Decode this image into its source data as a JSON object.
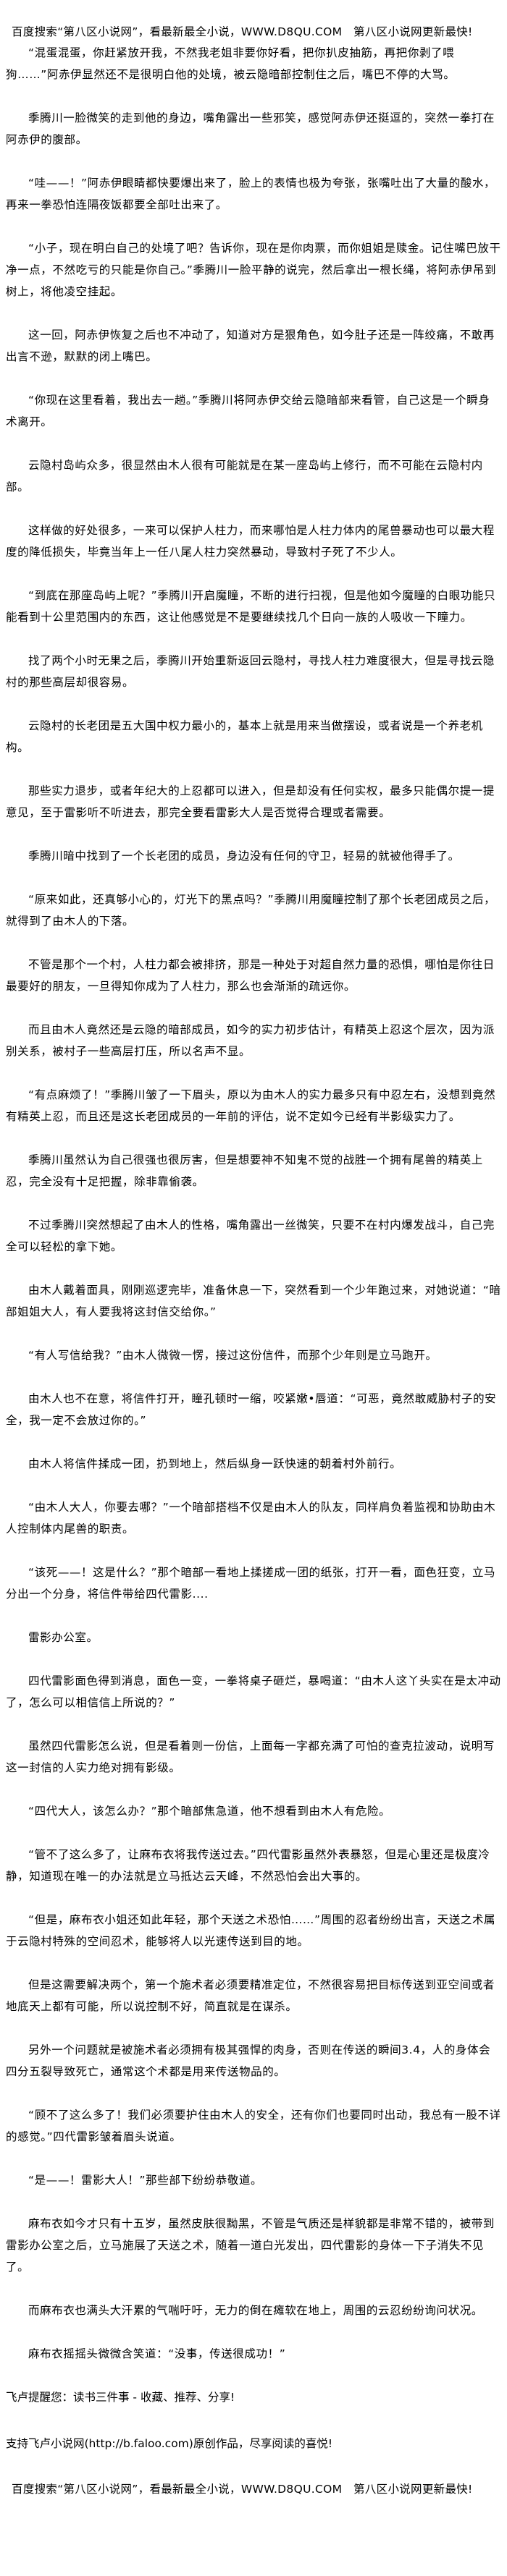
{
  "header_ad": "百度搜索“第八区小说网”，看最新最全小说，WWW.D8QU.COM　第八区小说网更新最快!",
  "paragraphs": [
    "“混蛋混蛋，你赶紧放开我，不然我老姐非要你好看，把你扒皮抽筋，再把你剥了喂狗……”阿赤伊显然还不是很明白他的处境，被云隐暗部控制住之后，嘴巴不停的大骂。",
    "季腾川一脸微笑的走到他的身边，嘴角露出一些邪笑，感觉阿赤伊还挺逗的，突然一拳打在阿赤伊的腹部。",
    "“哇——！”阿赤伊眼睛都快要爆出来了，脸上的表情也极为夸张，张嘴吐出了大量的酸水，再来一拳恐怕连隔夜饭都要全部吐出来了。",
    "“小子，现在明白自己的处境了吧？告诉你，现在是你肉票，而你姐姐是赎金。记住嘴巴放干净一点，不然吃亏的只能是你自己。”季腾川一脸平静的说完，然后拿出一根长绳，将阿赤伊吊到树上，将他凌空挂起。",
    "这一回，阿赤伊恢复之后也不冲动了，知道对方是狠角色，如今肚子还是一阵绞痛，不敢再出言不逊，默默的闭上嘴巴。",
    "“你现在这里看着，我出去一趟。”季腾川将阿赤伊交给云隐暗部来看管，自己这是一个瞬身术离开。",
    "云隐村岛屿众多，很显然由木人很有可能就是在某一座岛屿上修行，而不可能在云隐村内部。",
    "这样做的好处很多，一来可以保护人柱力，而来哪怕是人柱力体内的尾兽暴动也可以最大程度的降低损失，毕竟当年上一任八尾人柱力突然暴动，导致村子死了不少人。",
    "“到底在那座岛屿上呢？”季腾川开启魔瞳，不断的进行扫视，但是他如今魔瞳的白眼功能只能看到十公里范围内的东西，这让他感觉是不是要继续找几个日向一族的人吸收一下瞳力。",
    "找了两个小时无果之后，季腾川开始重新返回云隐村，寻找人柱力难度很大，但是寻找云隐村的那些高层却很容易。",
    "云隐村的长老团是五大国中权力最小的，基本上就是用来当做摆设，或者说是一个养老机构。",
    "那些实力退步，或者年纪大的上忍都可以进入，但是却没有任何实权，最多只能偶尔提一提意见，至于雷影听不听进去，那完全要看雷影大人是否觉得合理或者需要。",
    "季腾川暗中找到了一个长老团的成员，身边没有任何的守卫，轻易的就被他得手了。",
    "“原来如此，还真够小心的，灯光下的黑点吗？”季腾川用魔瞳控制了那个长老团成员之后，就得到了由木人的下落。",
    "不管是那个一个村，人柱力都会被排挤，那是一种处于对超自然力量的恐惧，哪怕是你往日最要好的朋友，一旦得知你成为了人柱力，那么也会渐渐的疏远你。",
    "而且由木人竟然还是云隐的暗部成员，如今的实力初步估计，有精英上忍这个层次，因为派别关系，被村子一些高层打压，所以名声不显。",
    "“有点麻烦了！”季腾川皱了一下眉头，原以为由木人的实力最多只有中忍左右，没想到竟然有精英上忍，而且还是这长老团成员的一年前的评估，说不定如今已经有半影级实力了。",
    "季腾川虽然认为自己很强也很厉害，但是想要神不知鬼不觉的战胜一个拥有尾兽的精英上忍，完全没有十足把握，除非靠偷袭。",
    "不过季腾川突然想起了由木人的性格，嘴角露出一丝微笑，只要不在村内爆发战斗，自己完全可以轻松的拿下她。",
    "由木人戴着面具，刚刚巡逻完毕，准备休息一下，突然看到一个少年跑过来，对她说道：“暗部姐姐大人，有人要我将这封信交给你。”",
    "“有人写信给我？”由木人微微一愣，接过这份信件，而那个少年则是立马跑开。",
    "由木人也不在意，将信件打开，瞳孔顿时一缩，咬紧嫩•唇道：“可恶，竟然敢威胁村子的安全，我一定不会放过你的。”",
    "由木人将信件揉成一团，扔到地上，然后纵身一跃快速的朝着村外前行。",
    "“由木人大人，你要去哪？”一个暗部搭档不仅是由木人的队友，同样肩负着监视和协助由木人控制体内尾兽的职责。",
    "“该死——！这是什么？”那个暗部一看地上揉搓成一团的纸张，打开一看，面色狂变，立马分出一个分身，将信件带给四代雷影....",
    "雷影办公室。",
    "四代雷影面色得到消息，面色一变，一拳将桌子砸烂，暴喝道：“由木人这丫头实在是太冲动了，怎么可以相信信上所说的？”",
    "虽然四代雷影怎么说，但是看着则一份信，上面每一字都充满了可怕的查克拉波动，说明写这一封信的人实力绝对拥有影级。",
    "“四代大人，该怎么办？”那个暗部焦急道，他不想看到由木人有危险。",
    "“管不了这么多了，让麻布衣将我传送过去。”四代雷影虽然外表暴怒，但是心里还是极度冷静，知道现在唯一的办法就是立马抵达云天峰，不然恐怕会出大事的。",
    "“但是，麻布衣小姐还如此年轻，那个天送之术恐怕……”周围的忍者纷纷出言，天送之术属于云隐村特殊的空间忍术，能够将人以光速传送到目的地。",
    "但是这需要解决两个，第一个施术者必须要精准定位，不然很容易把目标传送到亚空间或者地底天上都有可能，所以说控制不好，简直就是在谋杀。",
    "另外一个问题就是被施术者必须拥有极其强悍的肉身，否则在传送的瞬间3.4，人的身体会四分五裂导致死亡，通常这个术都是用来传送物品的。",
    "“顾不了这么多了！我们必须要护住由木人的安全，还有你们也要同时出动，我总有一股不详的感觉。”四代雷影皱着眉头说道。",
    "“是——！雷影大人！”那些部下纷纷恭敬道。",
    "麻布衣如今才只有十五岁，虽然皮肤很黝黑，不管是气质还是样貌都是非常不错的，被带到雷影办公室之后，立马施展了天送之术，随着一道白光发出，四代雷影的身体一下子消失不见了。",
    "而麻布衣也满头大汗累的气喘吁吁，无力的倒在瘫软在地上，周围的云忍纷纷询问状况。",
    "麻布衣摇摇头微微含笑道：“没事，传送很成功！”"
  ],
  "footer": {
    "reminder": "飞卢提醒您：读书三件事 - 收藏、推荐、分享!",
    "support": "支持飞卢小说网(http://b.faloo.com)原创作品，尽享阅读的喜悦!",
    "ad": "百度搜索“第八区小说网”，看最新最全小说，WWW.D8QU.COM　第八区小说网更新最快!"
  }
}
